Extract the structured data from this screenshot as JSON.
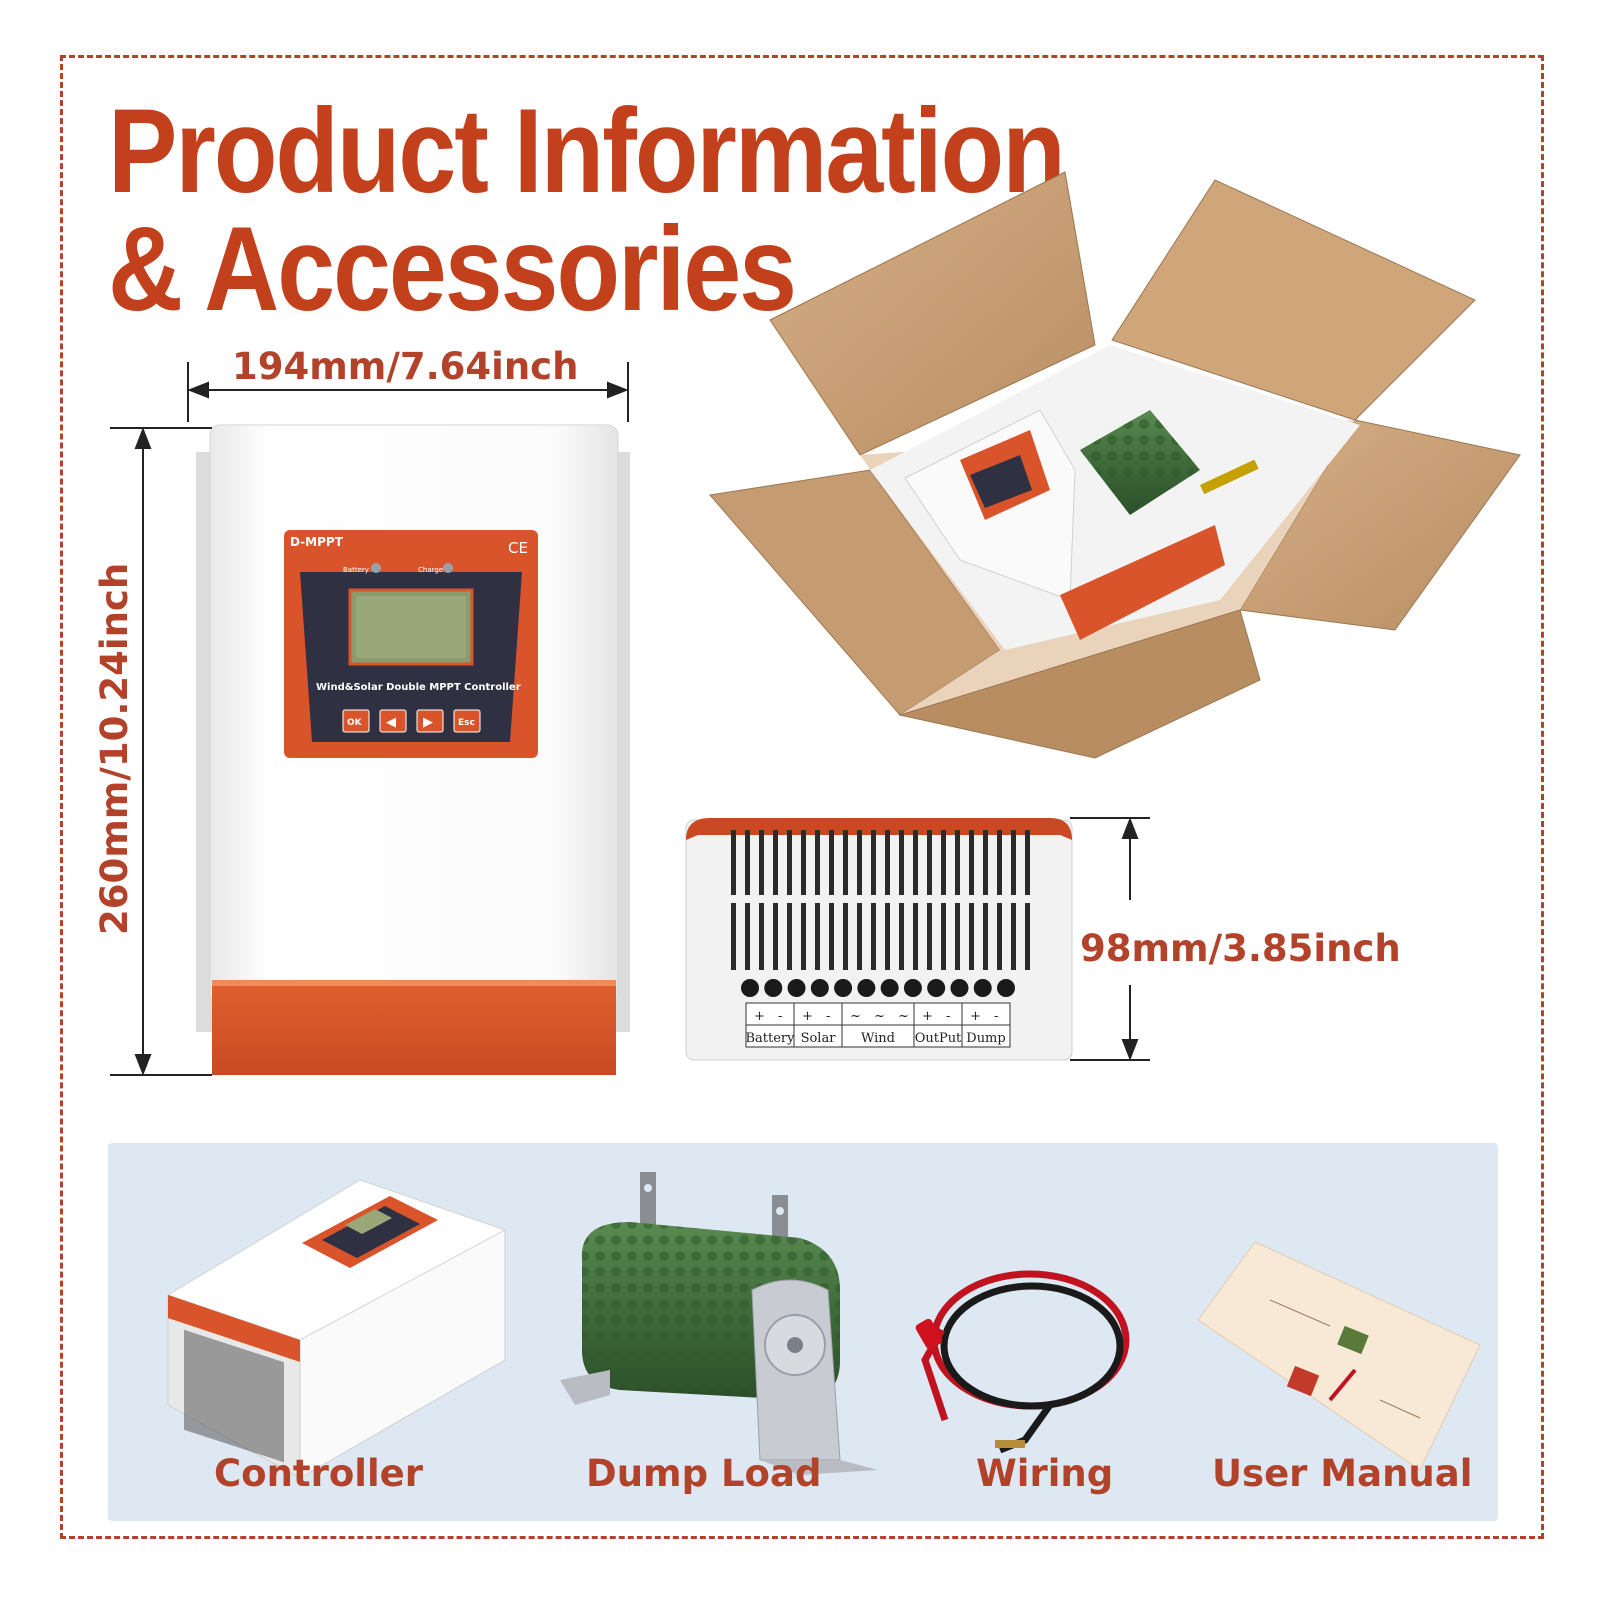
{
  "title": {
    "line1": "Product Information",
    "line2": "& Accessories"
  },
  "dimensions": {
    "width": "194mm/7.64inch",
    "height": "260mm/10.24inch",
    "depth": "98mm/3.85inch"
  },
  "controller_panel": {
    "brand": "D-MPPT",
    "ce_mark": "CE",
    "battery_label": "Battery",
    "charge_label": "Charge",
    "model_text": "Wind&Solar Double MPPT  Controller",
    "buttons": [
      "OK",
      "◀",
      "▶",
      "Esc"
    ]
  },
  "terminals": {
    "signs": [
      "+",
      "-",
      "+",
      "-",
      "~",
      "~",
      "~",
      "+",
      "-",
      "+",
      "-"
    ],
    "groups": [
      "Battery",
      "Solar",
      "Wind",
      "OutPut",
      "Dump"
    ]
  },
  "accessories": [
    {
      "label": "Controller"
    },
    {
      "label": "Dump Load"
    },
    {
      "label": "Wiring"
    },
    {
      "label": "User Manual"
    }
  ],
  "colors": {
    "accent": "#c2411c",
    "orange": "#d9542b",
    "frame": "#b2432a",
    "panel_bg": "#dde8f3",
    "cardboard": "#c9a37c",
    "resistor_green": "#3f6b3a"
  }
}
